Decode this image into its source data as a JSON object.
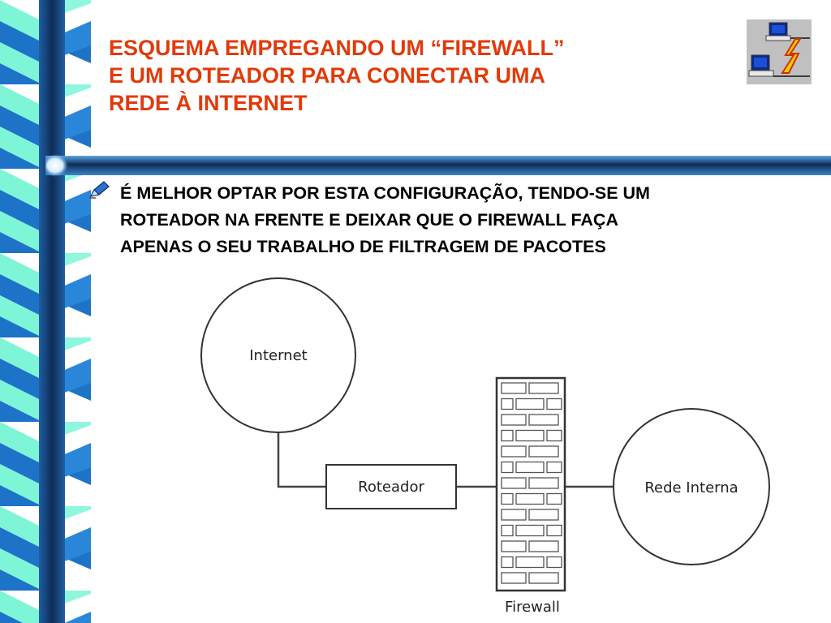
{
  "slide": {
    "title_lines": [
      "ESQUEMA EMPREGANDO UM “FIREWALL”",
      "E UM ROTEADOR PARA CONECTAR UMA",
      "REDE À INTERNET"
    ],
    "bullet_lines": [
      "É MELHOR OPTAR POR ESTA CONFIGURAÇÃO, TENDO-SE UM",
      "ROTEADOR NA FRENTE E DEIXAR QUE O FIREWALL FAÇA",
      "APENAS O SEU TRABALHO DE FILTRAGEM DE PACOTES"
    ]
  },
  "diagram": {
    "nodes": {
      "internet": "Internet",
      "roteador": "Roteador",
      "firewall": "Firewall",
      "rede_interna": "Rede Interna"
    },
    "edges": [
      [
        "internet",
        "roteador"
      ],
      [
        "roteador",
        "firewall"
      ],
      [
        "firewall",
        "rede_interna"
      ]
    ]
  },
  "colors": {
    "title": "#e23a0a",
    "ribbon_cyan": "#7ff5d8",
    "ribbon_blue": "#1d73c8",
    "ribbon_navy": "#143a6b"
  },
  "icons": {
    "logo": "network-computers-lightning-icon",
    "bullet": "pen-bullet-icon"
  }
}
